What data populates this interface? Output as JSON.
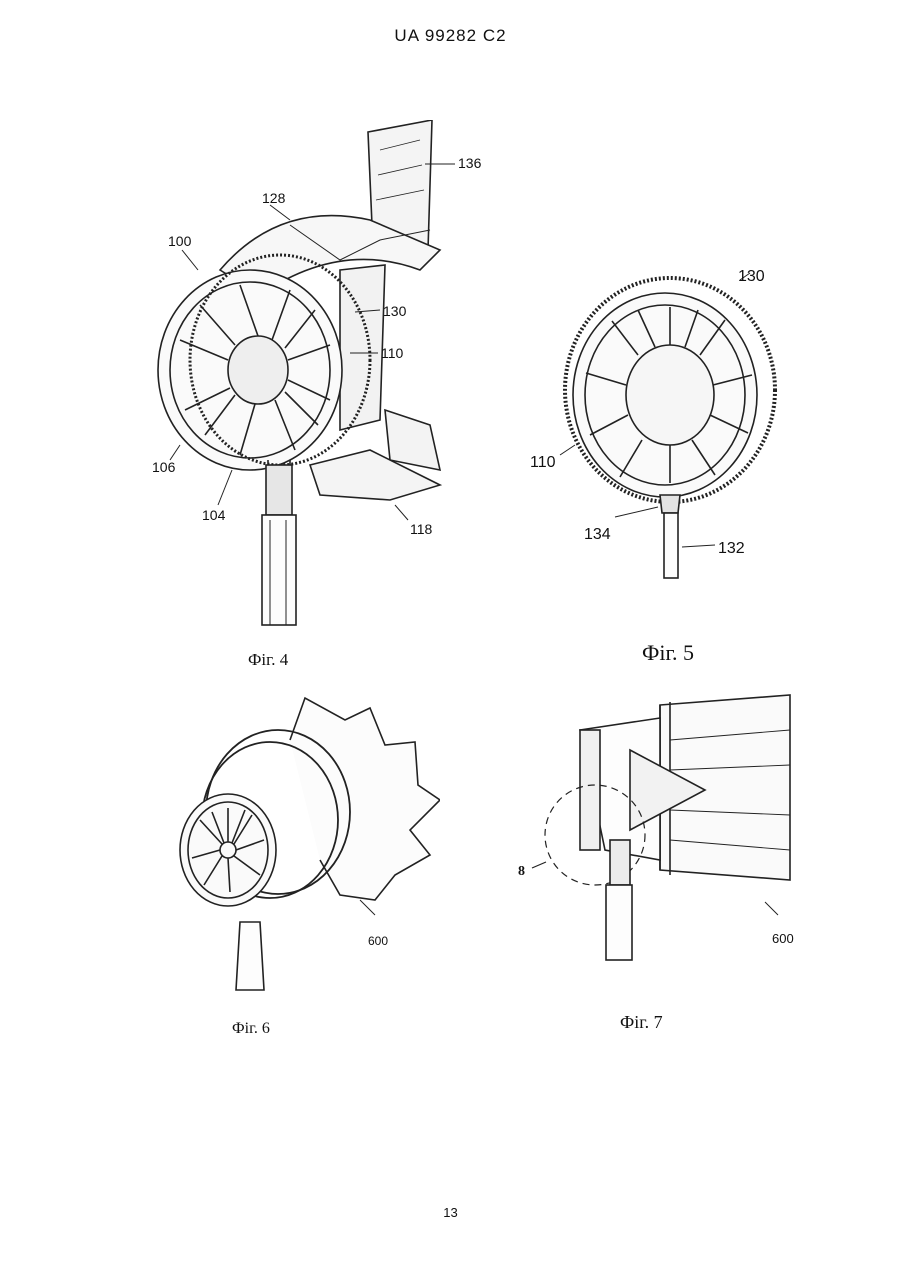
{
  "header": {
    "patent_number": "UA   99282   C2"
  },
  "figures": [
    {
      "caption": "Фіг. 4",
      "labels": [
        "100",
        "128",
        "136",
        "130",
        "110",
        "106",
        "104",
        "118"
      ]
    },
    {
      "caption": "Фіг. 5",
      "labels": [
        "130",
        "110",
        "134",
        "132"
      ]
    },
    {
      "caption": "Фіг. 6",
      "labels": [
        "600"
      ]
    },
    {
      "caption": "Фіг. 7",
      "labels": [
        "8",
        "600"
      ]
    }
  ],
  "page_number": "13"
}
